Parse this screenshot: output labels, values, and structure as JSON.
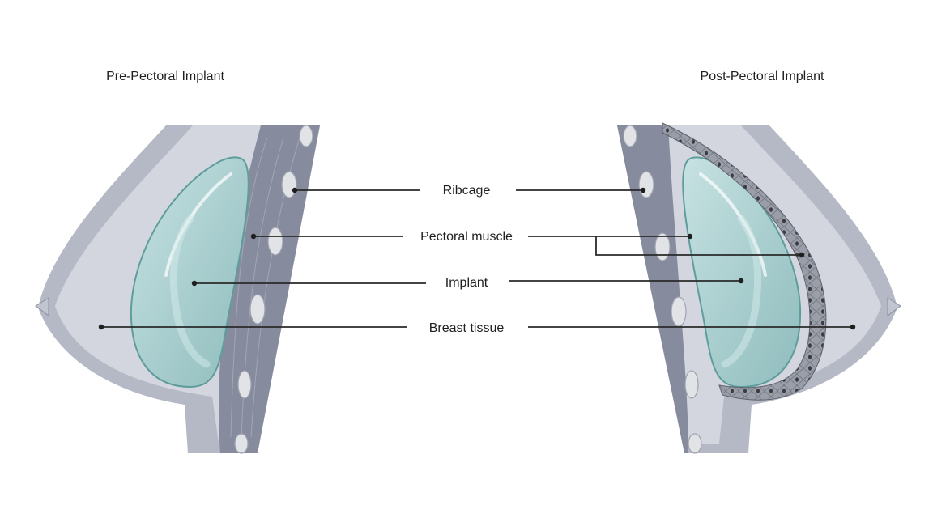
{
  "diagram": {
    "left_title": "Pre-Pectoral Implant",
    "right_title": "Post-Pectoral Implant",
    "labels": {
      "ribcage": "Ribcage",
      "pectoral_muscle": "Pectoral muscle",
      "implant": "Implant",
      "breast_tissue": "Breast tissue"
    },
    "colors": {
      "skin": "#b4b9c5",
      "tissue": "#d3d6df",
      "muscle": "#868c9d",
      "rib": "#e2e3e7",
      "implant": "#a9cccd",
      "implant_edge": "#5e9d9c",
      "leader": "#2a2a2a"
    }
  }
}
